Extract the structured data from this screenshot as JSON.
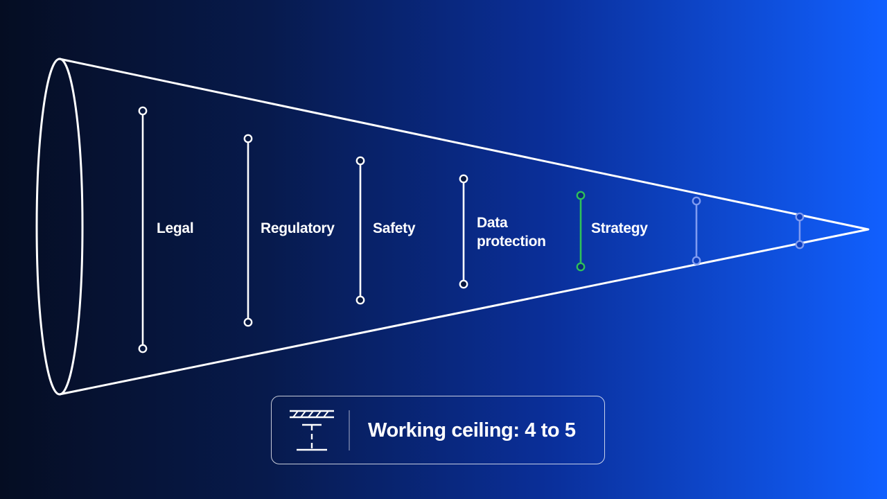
{
  "diagram": {
    "stages": [
      {
        "label": "Legal",
        "state": "default"
      },
      {
        "label": "Regulatory",
        "state": "default"
      },
      {
        "label": "Safety",
        "state": "default"
      },
      {
        "label": "Data\nprotection",
        "state": "default"
      },
      {
        "label": "Strategy",
        "state": "active"
      },
      {
        "label": "",
        "state": "faded"
      },
      {
        "label": "",
        "state": "faded"
      }
    ],
    "ceiling": {
      "text": "Working ceiling: 4 to 5",
      "icon": "ceiling-beam-icon"
    },
    "colors": {
      "default": "#ffffff",
      "active": "#2ec05a",
      "faded": "#7f9bf0",
      "background_start": "#050d22",
      "background_end": "#1160ff"
    }
  }
}
